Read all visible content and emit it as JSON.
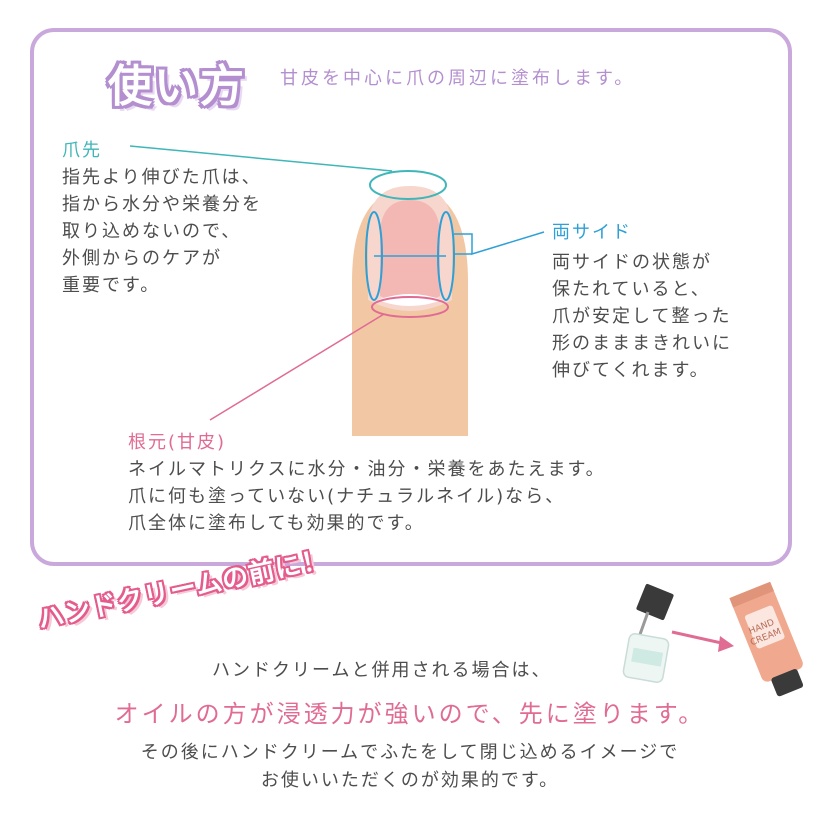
{
  "header": {
    "title": "使い方",
    "subtitle": "甘皮を中心に爪の周辺に塗布します。"
  },
  "tip": {
    "label": "爪先",
    "lines": [
      "指先より伸びた爪は、",
      "指から水分や栄養分を",
      "取り込めないので、",
      "外側からのケアが",
      "重要です。"
    ]
  },
  "sides": {
    "label": "両サイド",
    "lines": [
      "両サイドの状態が",
      "保たれていると、",
      "爪が安定して整った",
      "形のまままきれいに",
      "伸びてくれます。"
    ]
  },
  "root": {
    "label": "根元(甘皮)",
    "lines": [
      "ネイルマトリクスに水分・油分・栄養をあたえます。",
      "爪に何も塗っていない(ナチュラルネイル)なら、",
      "爪全体に塗布しても効果的です。"
    ]
  },
  "hand_cream": {
    "heading": "ハンドクリームの前に！",
    "line1": "ハンドクリームと併用される場合は、",
    "emphasis": "オイルの方が浸透力が強いので、先に塗ります。",
    "line3": "その後にハンドクリームでふたをして閉じ込めるイメージで",
    "line4": "お使いいただくのが効果的です。",
    "tube_label_1": "HAND",
    "tube_label_2": "CREAM"
  },
  "colors": {
    "frame": "#c9a8dc",
    "title": "#b48fd0",
    "teal": "#3fb6b8",
    "blue": "#2fa0d6",
    "pink": "#e06b93",
    "skin": "#f2c7a4",
    "nail": "#f3b8b4"
  }
}
